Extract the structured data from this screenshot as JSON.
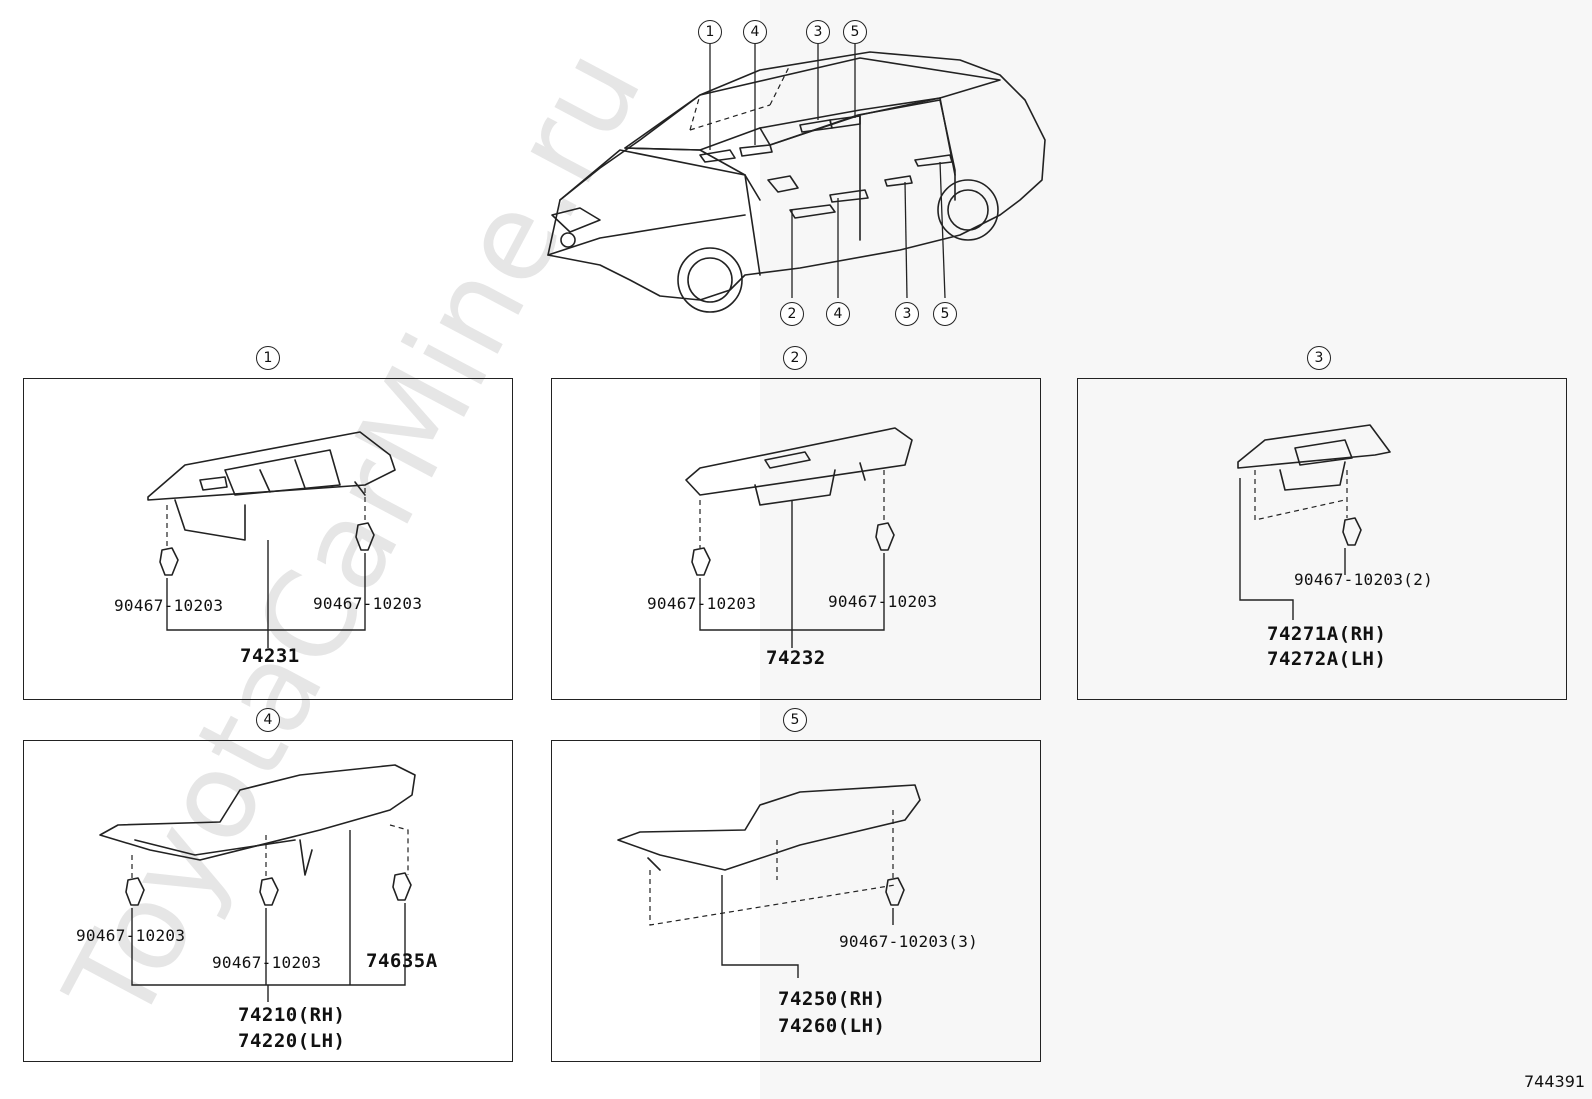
{
  "watermark": "ToyotaCarMine.ru",
  "figure_code": "744391",
  "car_callouts": {
    "top": [
      "1",
      "4",
      "3",
      "5"
    ],
    "bottom": [
      "2",
      "4",
      "3",
      "5"
    ]
  },
  "panels": [
    {
      "callout": "1",
      "clip_left": "90467-10203",
      "clip_right": "90467-10203",
      "part_number": "74231"
    },
    {
      "callout": "2",
      "clip_left": "90467-10203",
      "clip_right": "90467-10203",
      "part_number": "74232"
    },
    {
      "callout": "3",
      "clip": "90467-10203(2)",
      "part_rh": "74271A(RH)",
      "part_lh": "74272A(LH)"
    },
    {
      "callout": "4",
      "clip_left": "90467-10203",
      "clip_center": "90467-10203",
      "part_aux": "74635A",
      "part_rh": "74210(RH)",
      "part_lh": "74220(LH)"
    },
    {
      "callout": "5",
      "clip": "90467-10203(3)",
      "part_rh": "74250(RH)",
      "part_lh": "74260(LH)"
    }
  ]
}
